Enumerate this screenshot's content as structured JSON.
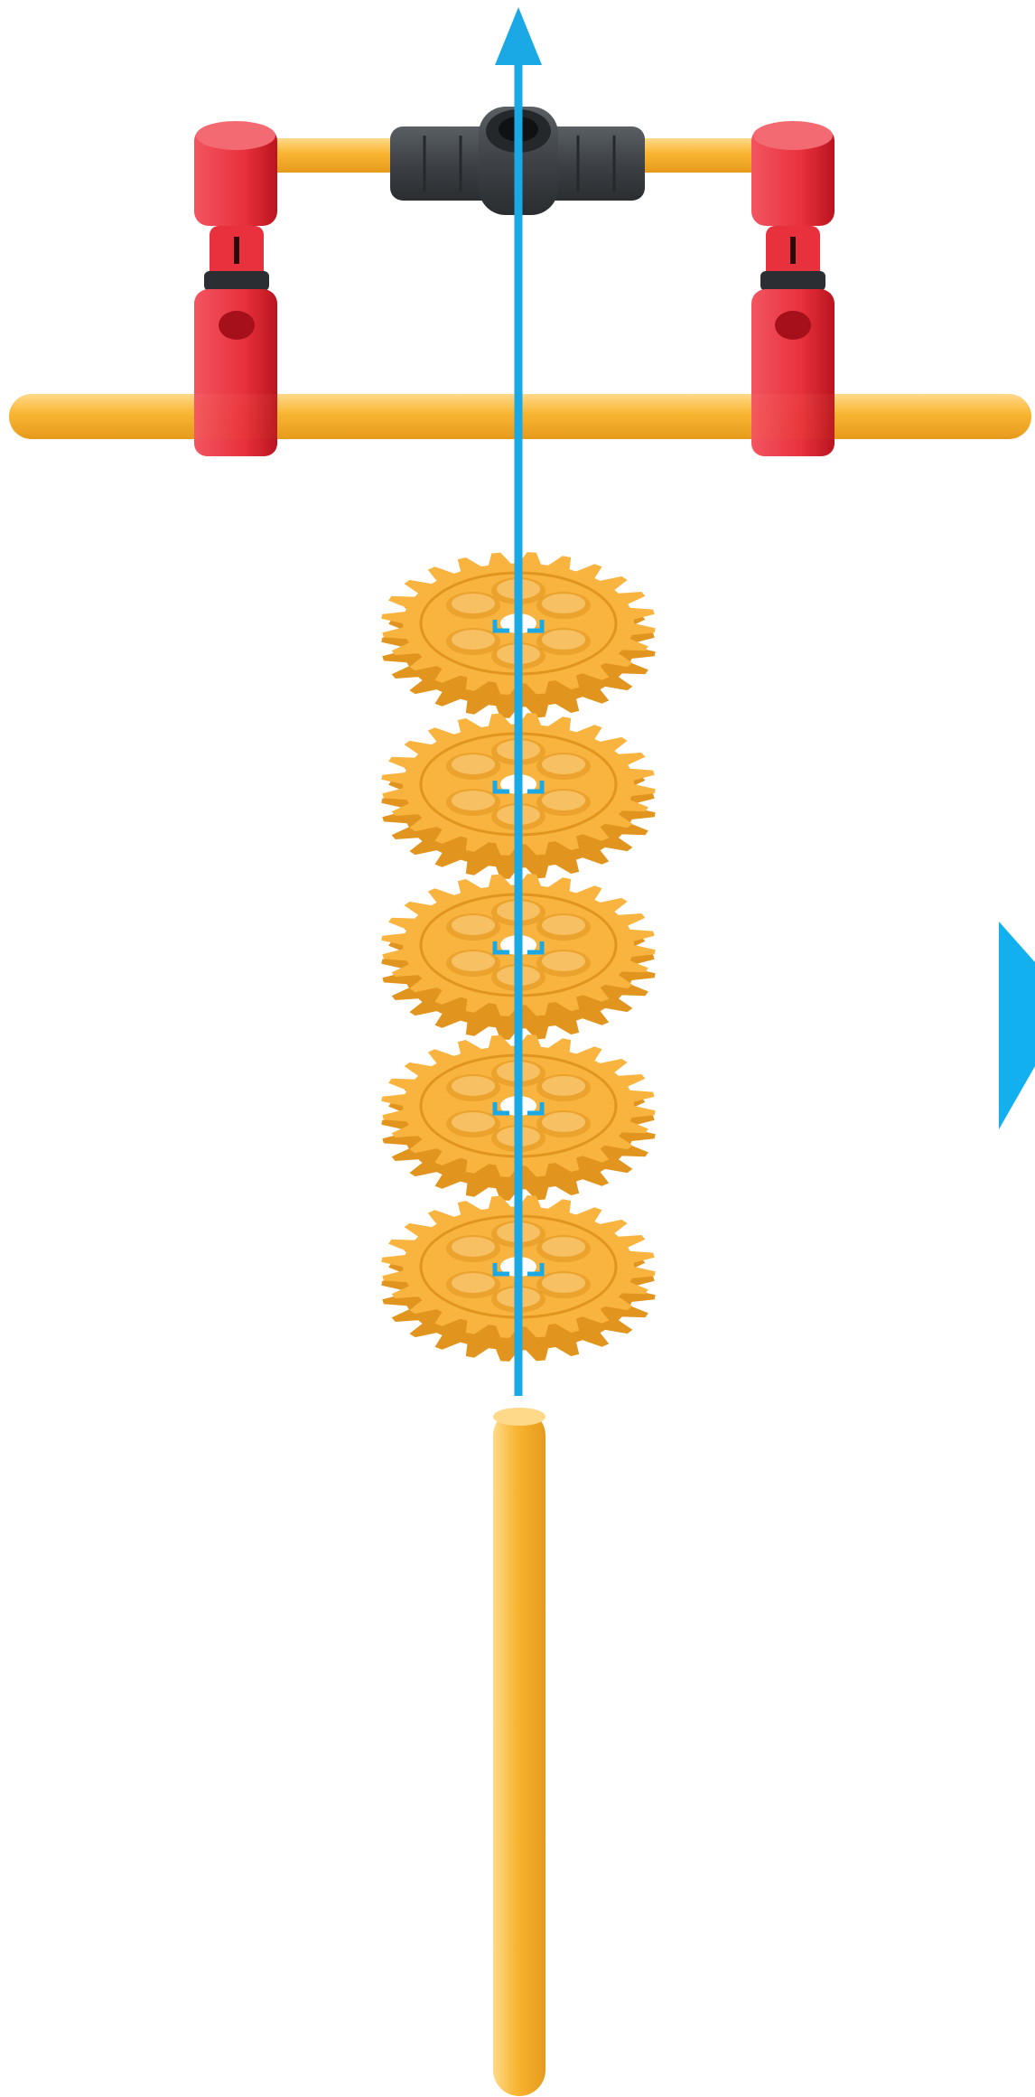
{
  "diagram": {
    "kind": "assembly-instruction-step",
    "gear_count": 5,
    "parts": [
      "top-assembly",
      "axle-guide-arrow",
      "gear-stack",
      "long-axle",
      "next-step-arrow"
    ],
    "colors": {
      "axle": "#f8b530",
      "axle_highlight": "#ffd98a",
      "connector_red": "#e8313c",
      "connector_red_dark": "#b9141f",
      "connector_gray": "#3e4246",
      "gear": "#f9b43f",
      "gear_dark": "#e1951f",
      "gear_highlight": "#fdd487",
      "guide_blue": "#1ba9e6",
      "next_arrow_blue": "#12b0ee"
    }
  }
}
